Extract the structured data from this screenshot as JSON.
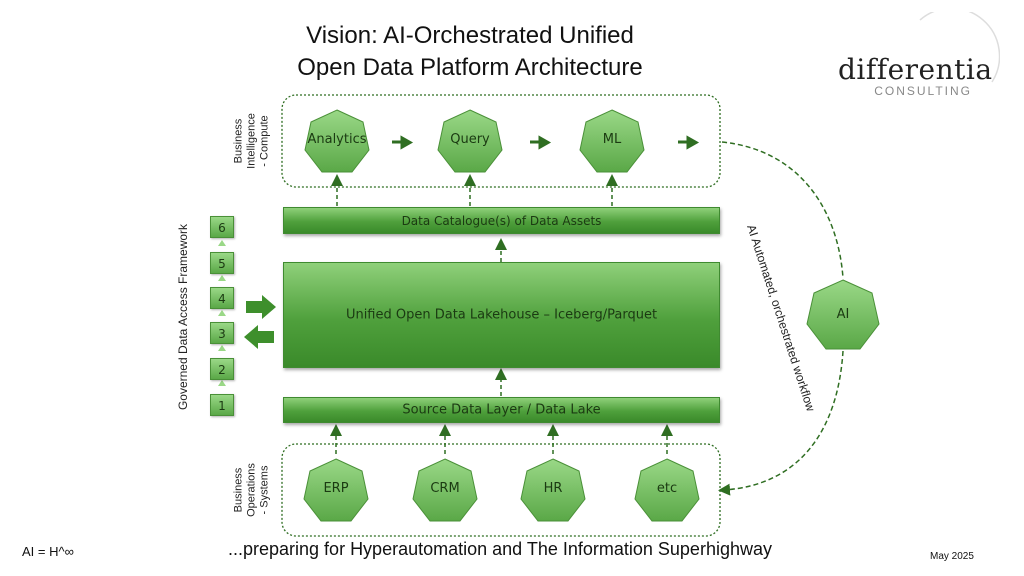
{
  "title": {
    "line1": "Vision: AI-Orchestrated Unified",
    "line2": "Open Data Platform Architecture"
  },
  "logo": {
    "name": "differentia",
    "sub": "CONSULTING"
  },
  "groups": {
    "compute": {
      "label": [
        "Business",
        "Intelligence",
        "- Compute"
      ],
      "nodes": [
        "Analytics",
        "Query",
        "ML"
      ]
    },
    "operations": {
      "label": [
        "Business",
        "Operations",
        "- Systems"
      ],
      "nodes": [
        "ERP",
        "CRM",
        "HR",
        "etc"
      ]
    }
  },
  "layers": {
    "catalogue": "Data Catalogue(s) of Data Assets",
    "lakehouse": "Unified Open Data Lakehouse – Iceberg/Parquet",
    "source": "Source Data Layer / Data Lake"
  },
  "framework": {
    "label": "Governed Data Access Framework",
    "steps": [
      "6",
      "5",
      "4",
      "3",
      "2",
      "1"
    ]
  },
  "ai": {
    "node": "AI",
    "workflow_label": "AI Automated, orchestrated workflow"
  },
  "footer": {
    "left": "AI = H^∞",
    "center": "...preparing for Hyperautomation and The Information Superhighway",
    "right": "May 2025"
  },
  "colors": {
    "green_light": "#8fd07a",
    "green_dark": "#3a8a2a",
    "arrow": "#2f6e22",
    "text": "#1b3a12"
  }
}
